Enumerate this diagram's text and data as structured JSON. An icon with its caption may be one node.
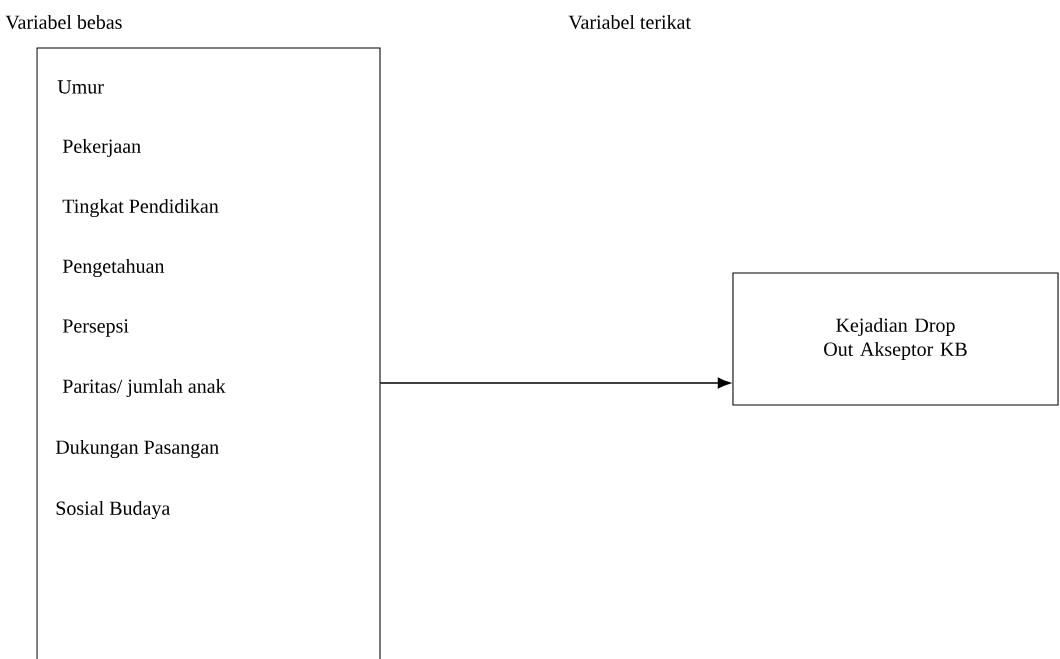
{
  "diagram": {
    "nodes": [
      {
        "text": [
          "Umur",
          "Pekerjaan",
          "Tingkat Pendidikan",
          "Pengetahuan",
          "Persepsi",
          "Paritas/ jumlah anak",
          "Dukungan Pasangan",
          "Sosial Budaya"
        ]
      },
      {
        "text": [
          "Kejadian Drop Out Akseptor KB"
        ]
      }
    ],
    "edges": [
      {
        "from": 0,
        "to": 1,
        "arrow": "to"
      }
    ],
    "labels": [
      "Variabel bebas",
      "Variabel terikat"
    ]
  }
}
